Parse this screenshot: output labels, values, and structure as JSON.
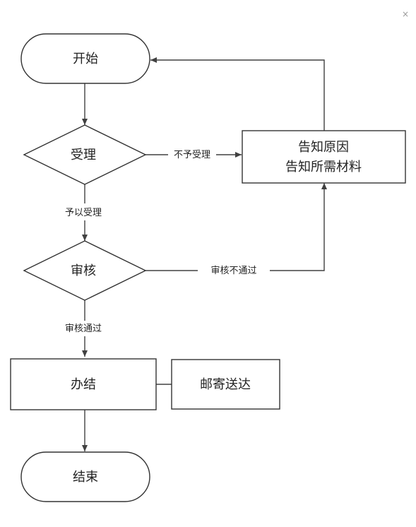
{
  "window": {
    "close_glyph": "×"
  },
  "flowchart": {
    "nodes": {
      "start": {
        "label": "开始"
      },
      "accept": {
        "label": "受理"
      },
      "notify": {
        "line1": "告知原因",
        "line2": "告知所需材料"
      },
      "review": {
        "label": "审核"
      },
      "complete": {
        "label": "办结"
      },
      "mail": {
        "label": "邮寄送达"
      },
      "end": {
        "label": "结束"
      }
    },
    "edges": {
      "not_accepted": "不予受理",
      "accepted": "予以受理",
      "review_failed": "审核不通过",
      "review_passed": "审核通过"
    }
  },
  "colors": {
    "stroke": "#333333",
    "arrow": "#404040",
    "text": "#222222",
    "background": "#ffffff"
  }
}
